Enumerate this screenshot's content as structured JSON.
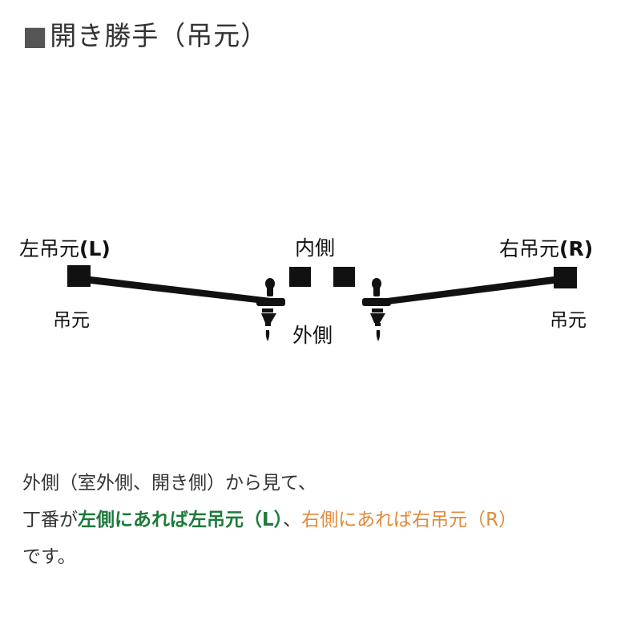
{
  "heading": {
    "mark": "■",
    "text": "開き勝手（吊元）"
  },
  "diagram": {
    "left_label": "左吊元",
    "left_code": "(L)",
    "right_label": "右吊元",
    "right_code": "(R)",
    "inside_label": "内側",
    "outside_label": "外側",
    "left_pivot_label": "吊元",
    "right_pivot_label": "吊元"
  },
  "description": {
    "line1": "外側（室外側、開き側）から見て、",
    "line2_prefix": "丁番が",
    "line2_green": "左側にあれば左吊元（L）",
    "line2_mid": "、",
    "line2_orange": "右側にあれば右吊元（R）",
    "line3": "です。"
  },
  "colors": {
    "green": "#1d7a3a",
    "orange": "#e08a3a",
    "ink": "#111111"
  }
}
